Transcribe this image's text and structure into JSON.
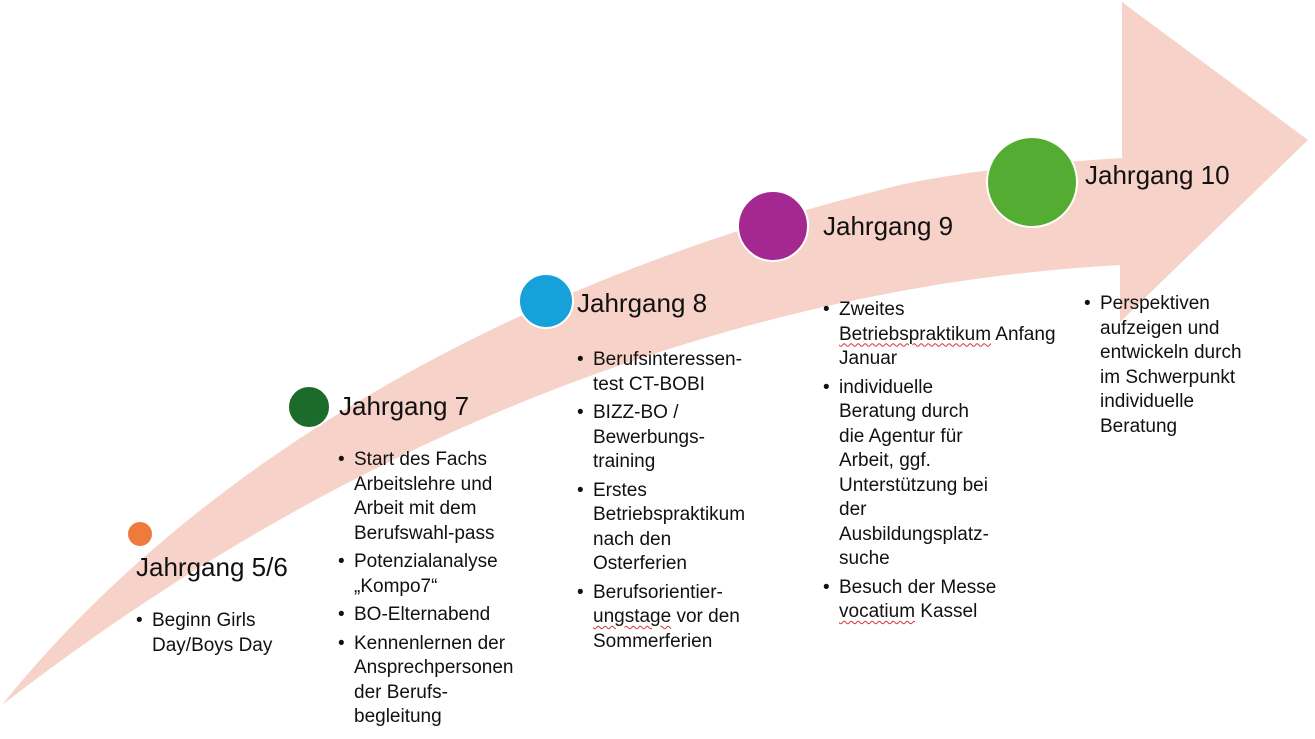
{
  "colors": {
    "arrow": "#f6d2c8",
    "dot_5_6": "#ee7a3c",
    "dot_7": "#1c6b2a",
    "dot_8": "#16a1da",
    "dot_9": "#a3288f",
    "dot_10": "#54ad32"
  },
  "stages": [
    {
      "title": "Jahrgang 5/6",
      "items": [
        [
          "Beginn Girls",
          "Day/Boys Day"
        ]
      ]
    },
    {
      "title": "Jahrgang 7",
      "items": [
        [
          "Start des Fachs",
          "Arbeitslehre und",
          "Arbeit mit dem",
          "Berufswahl-pass"
        ],
        [
          "Potenzialanalyse",
          "„Kompo7“"
        ],
        [
          "BO-Elternabend"
        ],
        [
          "Kennenlernen der",
          "Ansprechpersonen",
          "der Berufs-",
          "begleitung"
        ]
      ]
    },
    {
      "title": "Jahrgang 8",
      "items": [
        [
          "Berufsinteressen-",
          "test CT-BOBI"
        ],
        [
          "BIZZ-BO /",
          "Bewerbungs-",
          "training"
        ],
        [
          "Erstes",
          "Betriebspraktikum",
          "nach den",
          "Osterferien"
        ],
        [
          "Berufsorientier-",
          "ungstage vor den",
          "Sommerferien"
        ]
      ]
    },
    {
      "title": "Jahrgang 9",
      "items": [
        [
          "Zweites",
          "Betriebspraktikum Anfang",
          "Januar"
        ],
        [
          "individuelle",
          "Beratung durch",
          "die Agentur für",
          "Arbeit, ggf.",
          "Unterstützung bei",
          "der",
          "Ausbildungsplatz-",
          "suche"
        ],
        [
          "Besuch der Messe",
          "vocatium Kassel"
        ]
      ]
    },
    {
      "title": "Jahrgang 10",
      "items": [
        [
          "Perspektiven",
          "aufzeigen und",
          "entwickeln durch",
          "im Schwerpunkt",
          "individuelle",
          "Beratung"
        ]
      ]
    }
  ]
}
